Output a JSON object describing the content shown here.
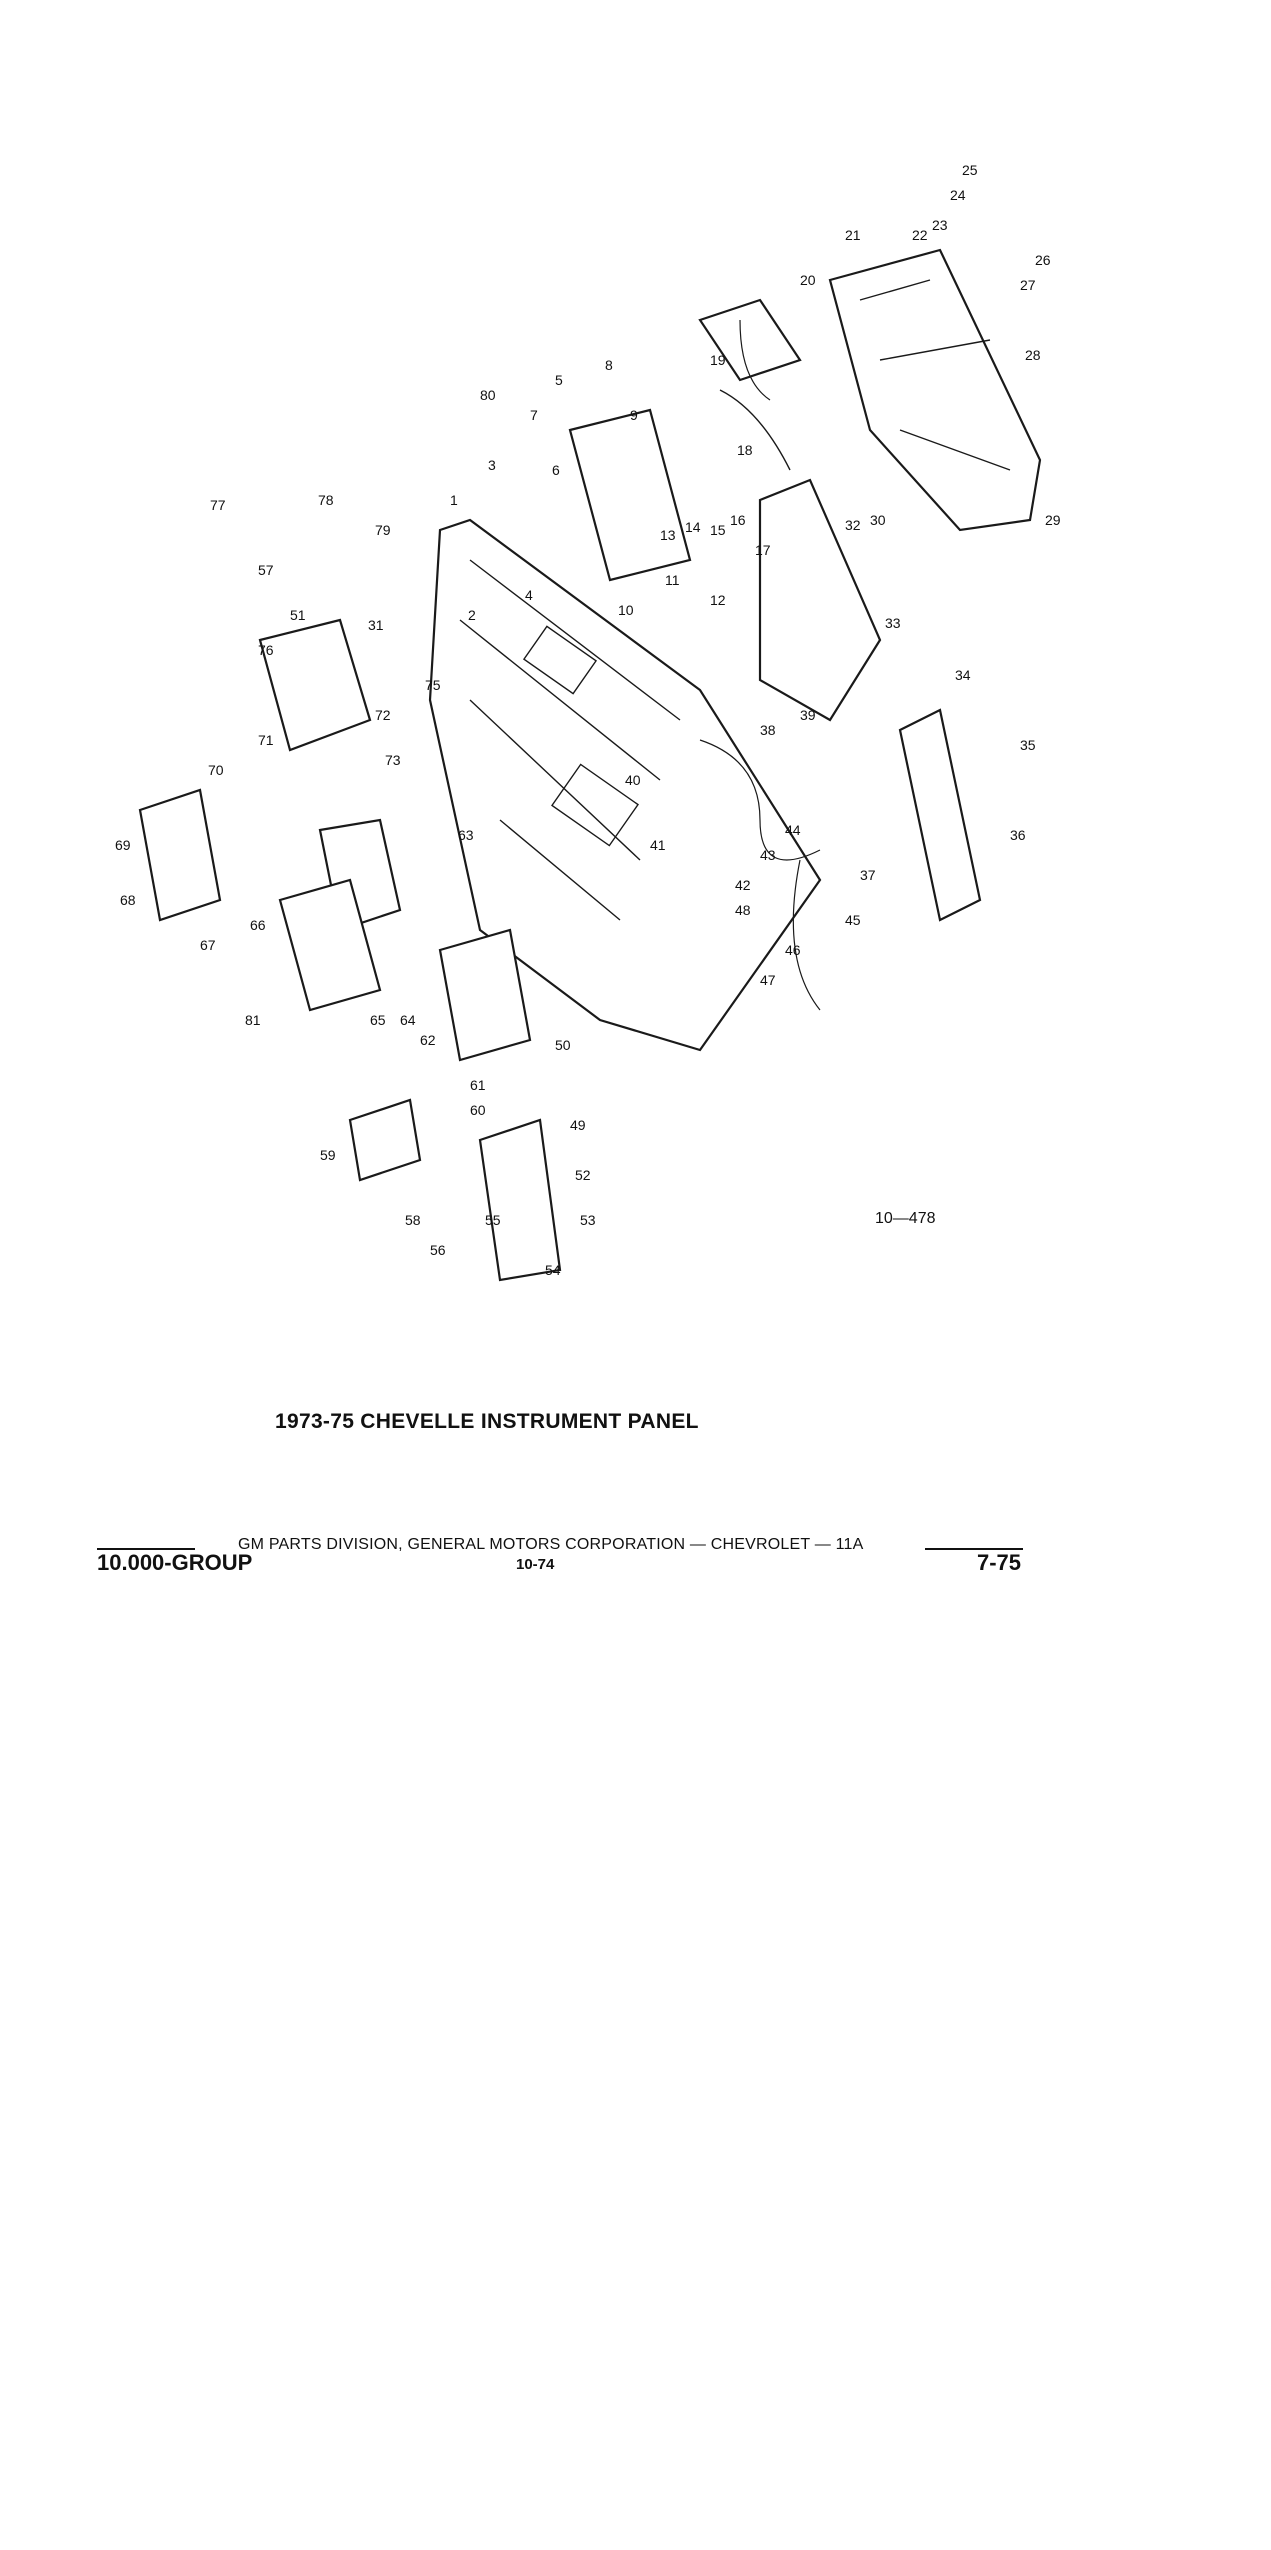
{
  "figure": {
    "reference_code": "10—478",
    "title": "1973-75 CHEVELLE INSTRUMENT PANEL",
    "callouts": [
      "1",
      "2",
      "3",
      "4",
      "5",
      "6",
      "7",
      "8",
      "9",
      "10",
      "11",
      "12",
      "13",
      "14",
      "15",
      "16",
      "17",
      "18",
      "19",
      "20",
      "21",
      "22",
      "23",
      "24",
      "25",
      "26",
      "27",
      "28",
      "29",
      "30",
      "31",
      "32",
      "33",
      "34",
      "35",
      "36",
      "37",
      "38",
      "39",
      "40",
      "41",
      "42",
      "43",
      "44",
      "45",
      "46",
      "47",
      "48",
      "49",
      "50",
      "51",
      "52",
      "53",
      "54",
      "55",
      "56",
      "57",
      "58",
      "59",
      "60",
      "61",
      "62",
      "63",
      "64",
      "65",
      "66",
      "67",
      "68",
      "69",
      "70",
      "71",
      "72",
      "73",
      "75",
      "76",
      "77",
      "78",
      "79",
      "80",
      "81"
    ]
  },
  "footer": {
    "publisher": "GM PARTS DIVISION, GENERAL MOTORS CORPORATION — CHEVROLET — 11A",
    "group": "10.000-GROUP",
    "page": "10-74",
    "date": "7-75"
  }
}
